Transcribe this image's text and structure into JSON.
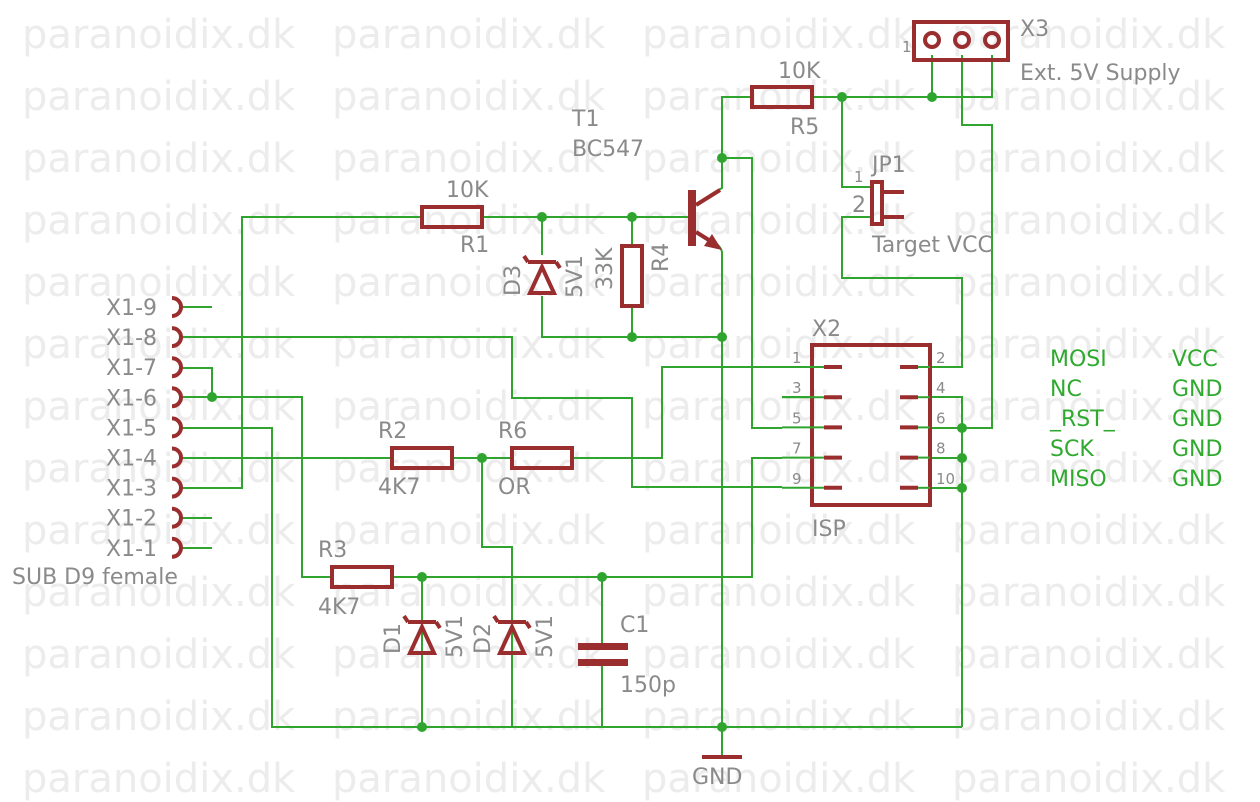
{
  "watermark": "paranoidix.dk",
  "connector_x1": {
    "pins": [
      "X1-9",
      "X1-8",
      "X1-7",
      "X1-6",
      "X1-5",
      "X1-4",
      "X1-3",
      "X1-2",
      "X1-1"
    ],
    "description": "SUB D9 female"
  },
  "connector_x3": {
    "name": "X3",
    "pin1": "1",
    "description": "Ext. 5V Supply"
  },
  "transistor": {
    "name": "T1",
    "value": "BC547"
  },
  "jumper": {
    "name": "JP1",
    "pin1": "1",
    "pin2": "2",
    "description": "Target VCC"
  },
  "resistors": {
    "r1": {
      "name": "R1",
      "value": "10K"
    },
    "r2": {
      "name": "R2",
      "value": "4K7"
    },
    "r3": {
      "name": "R3",
      "value": "4K7"
    },
    "r4": {
      "name": "R4",
      "value": "33K"
    },
    "r5": {
      "name": "R5",
      "value": "10K"
    },
    "r6": {
      "name": "R6",
      "value": "OR"
    }
  },
  "diodes": {
    "d1": {
      "name": "D1",
      "value": "5V1"
    },
    "d2": {
      "name": "D2",
      "value": "5V1"
    },
    "d3": {
      "name": "D3",
      "value": "5V1"
    }
  },
  "capacitor": {
    "name": "C1",
    "value": "150p"
  },
  "isp": {
    "name": "X2",
    "label": "ISP",
    "pin_numbers": [
      "1",
      "2",
      "3",
      "4",
      "5",
      "6",
      "7",
      "8",
      "9",
      "10"
    ]
  },
  "ground_label": "GND",
  "pinout": {
    "left": [
      "MOSI",
      "NC",
      "_RST_",
      "SCK",
      "MISO"
    ],
    "right": [
      "VCC",
      "GND",
      "GND",
      "GND",
      "GND"
    ]
  }
}
